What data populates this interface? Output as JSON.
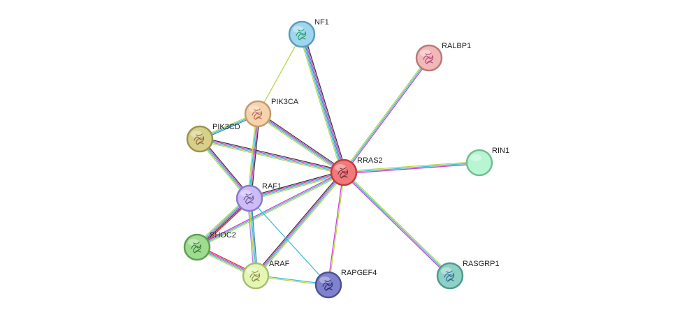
{
  "network": {
    "nodes": [
      {
        "id": "NF1",
        "label": "NF1",
        "color": "#9fd6ee",
        "border": "#5b9cbf",
        "structure_color": "#25a06a"
      },
      {
        "id": "RALBP1",
        "label": "RALBP1",
        "color": "#f1b8b8",
        "border": "#b97a7a",
        "structure_color": "#b2457a"
      },
      {
        "id": "PIK3CA",
        "label": "PIK3CA",
        "color": "#f6d2ad",
        "border": "#c59a6d",
        "structure_color": "#b06a5a"
      },
      {
        "id": "PIK3CD",
        "label": "PIK3CD",
        "color": "#d6d08a",
        "border": "#9a944e",
        "structure_color": "#8a6a3a"
      },
      {
        "id": "RRAS2",
        "label": "RRAS2",
        "color": "#f07a7a",
        "border": "#c03c3c",
        "structure_color": "#7a2a3a"
      },
      {
        "id": "RIN1",
        "label": "RIN1",
        "color": "#b8f5d2",
        "border": "#6fbf90",
        "structure_color": null
      },
      {
        "id": "RAF1",
        "label": "RAF1",
        "color": "#cdbcf6",
        "border": "#8b7acb",
        "structure_color": "#6a5a9a"
      },
      {
        "id": "SHOC2",
        "label": "SHOC2",
        "color": "#9fdc8f",
        "border": "#5f9f52",
        "structure_color": "#3a7a3a"
      },
      {
        "id": "ARAF",
        "label": "ARAF",
        "color": "#e4f6b2",
        "border": "#a5bf72",
        "structure_color": "#8a8a4a"
      },
      {
        "id": "RAPGEF4",
        "label": "RAPGEF4",
        "color": "#7f82cc",
        "border": "#4d5098",
        "structure_color": "#2a2a7a"
      },
      {
        "id": "RASGRP1",
        "label": "RASGRP1",
        "color": "#8fd0c4",
        "border": "#4f9a8d",
        "structure_color": "#2a6a9a"
      }
    ],
    "edges": [
      {
        "source": "NF1",
        "target": "PIK3CA",
        "colors": [
          "#b5d84e"
        ]
      },
      {
        "source": "NF1",
        "target": "RRAS2",
        "colors": [
          "#3a3a3a",
          "#cc44cc",
          "#3f7fd8",
          "#3fbfd8",
          "#b5d84e"
        ]
      },
      {
        "source": "RALBP1",
        "target": "RRAS2",
        "colors": [
          "#cc44cc",
          "#3fbfd8",
          "#b5d84e"
        ]
      },
      {
        "source": "RIN1",
        "target": "RRAS2",
        "colors": [
          "#cc44cc",
          "#3fbfd8",
          "#b5d84e"
        ]
      },
      {
        "source": "RASGRP1",
        "target": "RRAS2",
        "colors": [
          "#cc44cc",
          "#3fbfd8",
          "#b5d84e"
        ]
      },
      {
        "source": "RAPGEF4",
        "target": "RRAS2",
        "colors": [
          "#cc44cc",
          "#b5d84e"
        ]
      },
      {
        "source": "PIK3CA",
        "target": "RRAS2",
        "colors": [
          "#3a3a3a",
          "#cc44cc",
          "#3fbfd8",
          "#b5d84e"
        ]
      },
      {
        "source": "PIK3CD",
        "target": "RRAS2",
        "colors": [
          "#3a3a3a",
          "#cc44cc",
          "#3fbfd8",
          "#b5d84e"
        ]
      },
      {
        "source": "PIK3CA",
        "target": "PIK3CD",
        "colors": [
          "#3f7fd8",
          "#3fbfd8",
          "#b5d84e"
        ]
      },
      {
        "source": "PIK3CA",
        "target": "RAF1",
        "colors": [
          "#3a3a3a",
          "#cc44cc",
          "#3fbfd8",
          "#b5d84e"
        ]
      },
      {
        "source": "PIK3CD",
        "target": "RAF1",
        "colors": [
          "#3a3a3a",
          "#cc44cc",
          "#3fbfd8",
          "#b5d84e"
        ]
      },
      {
        "source": "RAF1",
        "target": "RRAS2",
        "colors": [
          "#3a3a3a",
          "#cc44cc",
          "#3fbfd8",
          "#b5d84e"
        ]
      },
      {
        "source": "SHOC2",
        "target": "RRAS2",
        "colors": [
          "#cc44cc",
          "#3fbfd8",
          "#b5d84e"
        ]
      },
      {
        "source": "ARAF",
        "target": "RRAS2",
        "colors": [
          "#3a3a3a",
          "#cc44cc",
          "#3fbfd8",
          "#b5d84e"
        ]
      },
      {
        "source": "RAF1",
        "target": "SHOC2",
        "colors": [
          "#e0303a",
          "#3a3a3a",
          "#cc44cc",
          "#3fbfd8",
          "#b5d84e"
        ]
      },
      {
        "source": "RAF1",
        "target": "ARAF",
        "colors": [
          "#3f7fd8",
          "#3fbfd8",
          "#b5d84e",
          "#a58ae0"
        ]
      },
      {
        "source": "RAF1",
        "target": "RAPGEF4",
        "colors": [
          "#3fbfd8"
        ]
      },
      {
        "source": "SHOC2",
        "target": "ARAF",
        "colors": [
          "#e0303a",
          "#cc44cc",
          "#3fbfd8",
          "#b5d84e"
        ]
      },
      {
        "source": "ARAF",
        "target": "RAPGEF4",
        "colors": [
          "#3fbfd8",
          "#b5d84e"
        ]
      }
    ]
  }
}
